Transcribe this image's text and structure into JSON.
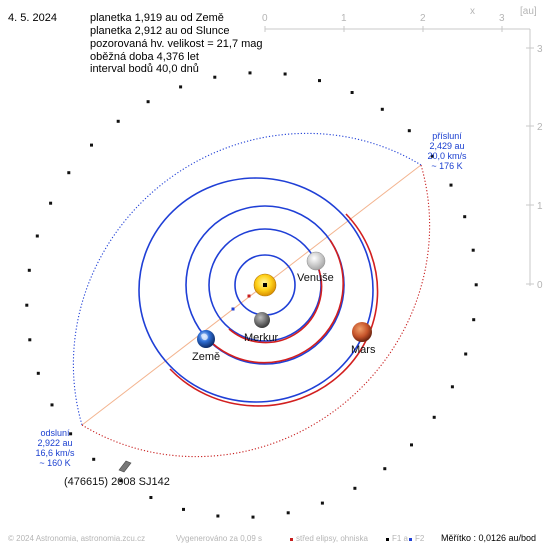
{
  "header": {
    "date": "4. 5. 2024",
    "info_lines": [
      "planetka 1,919 au od Země",
      "planetka 2,912 au od Slunce",
      "pozorovaná hv. velikost = 21,7 mag",
      "oběžná doba 4,376 let",
      "interval bodů 40,0 dnů"
    ]
  },
  "axes": {
    "x_label": "x",
    "unit_label": "[au]",
    "x_ticks": [
      "0",
      "1",
      "2",
      "3"
    ],
    "y_ticks": [
      "3",
      "2",
      "1",
      "0"
    ]
  },
  "perihelion": {
    "lines": [
      "přísluní",
      "2,429 au",
      "20,0 km/s",
      "~ 176 K"
    ]
  },
  "aphelion": {
    "lines": [
      "odsluní",
      "2,922 au",
      "16,6 km/s",
      "~ 160 K"
    ]
  },
  "bodies": {
    "sun": {
      "label": ""
    },
    "mercury": {
      "label": "Merkur"
    },
    "venus": {
      "label": "Venuše"
    },
    "earth": {
      "label": "Země"
    },
    "mars": {
      "label": "Mars"
    },
    "asteroid": {
      "label": "(476615) 2008 SJ142"
    }
  },
  "footer": {
    "copyright": "© 2024 Astronomia, astronomia.zcu.cz",
    "generated": "Vygenerováno za 0,09 s",
    "legend_center": "střed elipsy, ohniska",
    "legend_f1": "F1 a",
    "legend_f2": "F2",
    "scale": "Měřítko : 0,0126 au/bod"
  },
  "colors": {
    "inner_orbit": "#1f3fd6",
    "mars_orbit": "#d21f1f",
    "asteroid_orbit_near": "#1f3fd6",
    "asteroid_orbit_far": "#c81e1e",
    "apsis_line": "#f3b48f",
    "sun": "#ffd21a"
  }
}
